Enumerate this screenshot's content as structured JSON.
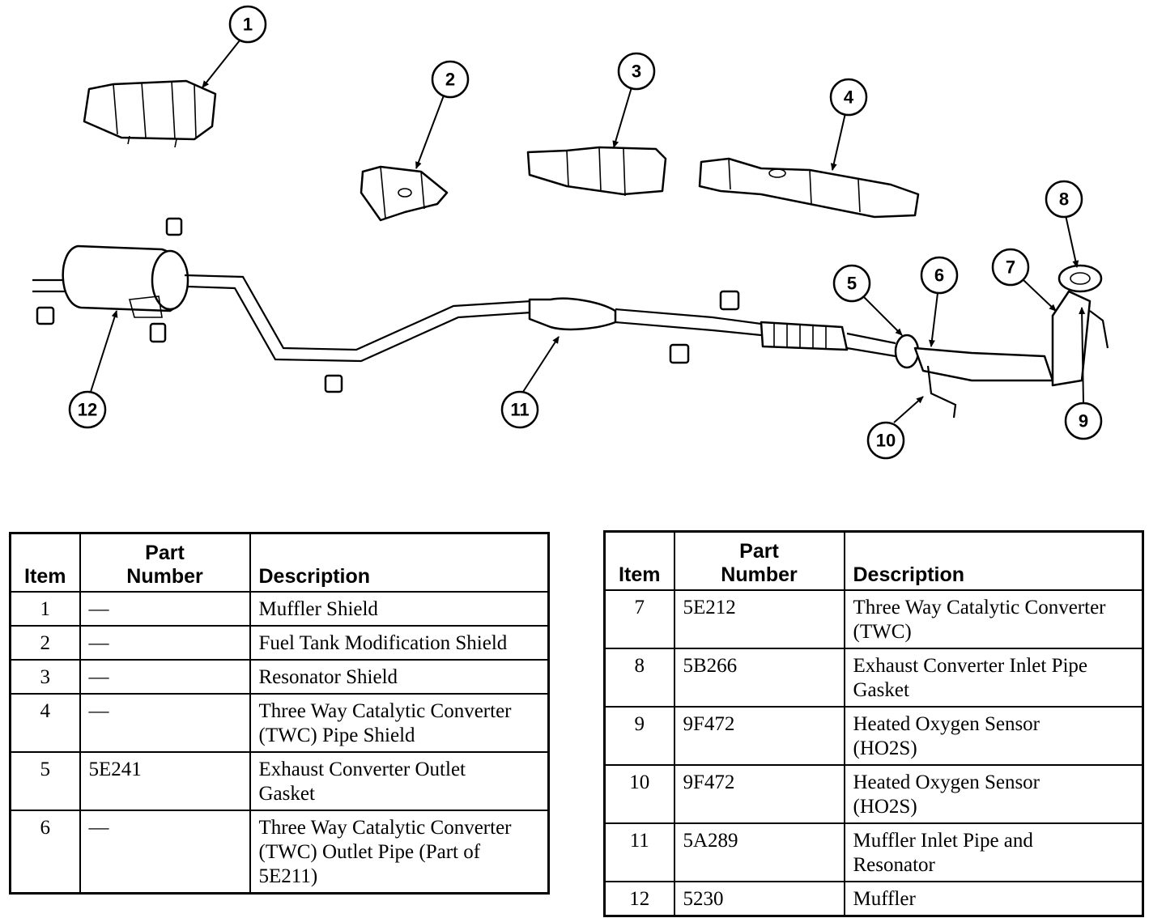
{
  "diagram": {
    "callouts": [
      "1",
      "2",
      "3",
      "4",
      "5",
      "6",
      "7",
      "8",
      "9",
      "10",
      "11",
      "12"
    ],
    "arrow_color": "#000000"
  },
  "tables": {
    "headers": {
      "item": "Item",
      "part_line1": "Part",
      "part_line2": "Number",
      "description": "Description"
    },
    "left": [
      {
        "item": "1",
        "part": "—",
        "desc": [
          "Muffler Shield"
        ]
      },
      {
        "item": "2",
        "part": "—",
        "desc": [
          "Fuel Tank Modification Shield"
        ]
      },
      {
        "item": "3",
        "part": "—",
        "desc": [
          "Resonator Shield"
        ]
      },
      {
        "item": "4",
        "part": "—",
        "desc": [
          "Three Way Catalytic Converter",
          "(TWC) Pipe Shield"
        ]
      },
      {
        "item": "5",
        "part": "5E241",
        "desc": [
          "Exhaust Converter Outlet",
          "Gasket"
        ]
      },
      {
        "item": "6",
        "part": "—",
        "desc": [
          "Three Way Catalytic Converter",
          "(TWC) Outlet Pipe (Part of",
          "5E211)"
        ]
      }
    ],
    "right": [
      {
        "item": "7",
        "part": "5E212",
        "desc": [
          "Three Way Catalytic Converter",
          "(TWC)"
        ]
      },
      {
        "item": "8",
        "part": "5B266",
        "desc": [
          "Exhaust Converter Inlet Pipe",
          "Gasket"
        ]
      },
      {
        "item": "9",
        "part": "9F472",
        "desc": [
          "Heated Oxygen Sensor",
          "(HO2S)"
        ]
      },
      {
        "item": "10",
        "part": "9F472",
        "desc": [
          "Heated Oxygen Sensor",
          "(HO2S)"
        ]
      },
      {
        "item": "11",
        "part": "5A289",
        "desc": [
          "Muffler Inlet Pipe and",
          "Resonator"
        ]
      },
      {
        "item": "12",
        "part": "5230",
        "desc": [
          "Muffler"
        ]
      }
    ]
  }
}
